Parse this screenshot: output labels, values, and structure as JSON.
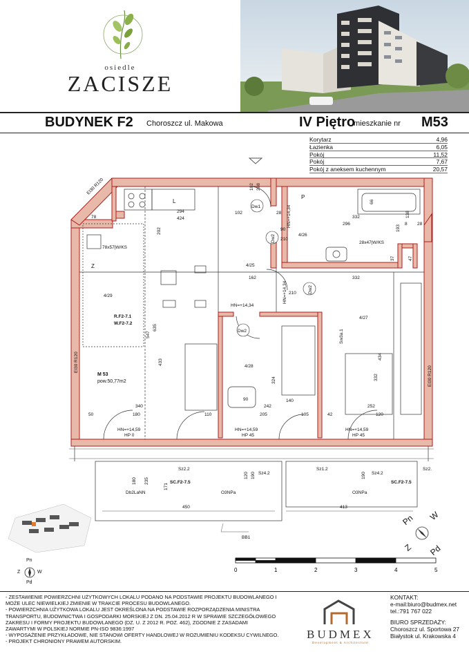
{
  "logo": {
    "small": "osiedle",
    "name": "ZACISZE"
  },
  "header": {
    "building": "BUDYNEK F2",
    "address": "Choroszcz ul. Makowa",
    "floor": "IV Piętro",
    "apartment_label": "mieszkanie nr",
    "apartment_no": "M53"
  },
  "areas": [
    {
      "name": "Korytarz",
      "value": "4,96"
    },
    {
      "name": "Łazienka",
      "value": "6,05"
    },
    {
      "name": "Pokój",
      "value": "11,52"
    },
    {
      "name": "Pokój",
      "value": "7,67"
    },
    {
      "name": "Pokój z aneksem kuchennym",
      "value": "20,57"
    }
  ],
  "plan": {
    "unit_label": "M 53",
    "unit_area": "pow.50,77m2",
    "room_codes": [
      "4/29",
      "4/25",
      "4/26",
      "4/28",
      "4/27"
    ],
    "labels": {
      "L": "L",
      "P": "P",
      "Z": "Z",
      "dw1": "Dw1",
      "dw2a": "Dw2",
      "dw2b": "Dw2",
      "dw2c": "Dw2",
      "sw": "Sw3a.1",
      "rf": "R.F2-7.1",
      "wf": "W.F2-7.2",
      "ei30a": "EI30 R120",
      "ei30b": "EI30 R120",
      "ei30c": "EI30 R120",
      "vent1": "78x57|W/KS",
      "vent2": "28x47|W/KS",
      "hn1": "HN=+14,59",
      "hp1": "HP 0",
      "hn2": "HN=+14,59",
      "hp2": "HP 45",
      "hn3": "HN=+14,59",
      "hp3": "HP 45",
      "hn4": "HN=+14,34",
      "hn5": "HN=+14,34",
      "hn6": "HN=+14,34",
      "sz22": "Sz2.2",
      "sz42a": "Sz4.2",
      "sz12": "Sz1.2",
      "sz42b": "Sz4.2",
      "sz2": "Sz2.",
      "scf1": "SC.F2-7.5",
      "scf2": "SC.F2-7.5",
      "db2": "Db2LaNN",
      "o3a": "O3NPa",
      "o3b": "O3NPa",
      "bb1": "BB1"
    },
    "dims": {
      "d294": "294",
      "d424": "424",
      "d102a": "102",
      "d102b": "102",
      "d208": "208",
      "d78": "78",
      "d28a": "28",
      "d28b": "28",
      "d332a": "332",
      "d296": "296",
      "d8": "8",
      "d202": "202",
      "d90a": "90",
      "d210a": "210",
      "d162": "162",
      "d332b": "332",
      "d547": "547",
      "d635": "635",
      "d433": "433",
      "d434": "434",
      "d324": "324",
      "d332c": "332",
      "d340": "340",
      "d242": "242",
      "d140": "140",
      "d252": "252",
      "d50": "50",
      "d180": "180",
      "d110": "110",
      "d205": "205",
      "d105": "105",
      "d42": "42",
      "d120": "120",
      "d450": "450",
      "d413": "413",
      "d171": "171",
      "d235": "235",
      "d180b": "180",
      "d190": "190",
      "d120b": "120",
      "d190b": "190",
      "d90b": "90",
      "d210b": "210",
      "d66": "66",
      "d47": "47",
      "d37": "37",
      "d193": "193",
      "d138": "138"
    }
  },
  "compass": {
    "pn": "Pn",
    "w": "W",
    "z": "Z",
    "pd": "Pd"
  },
  "mini_compass": {
    "pn": "Pn",
    "z": "Z",
    "w": "W",
    "pd": "Pd"
  },
  "scale": [
    "0",
    "1",
    "2",
    "3",
    "4",
    "5"
  ],
  "notes": [
    "- ZESTAWIENIE POWIERZCHNI UŻYTKOWYCH LOKALU PODANO NA PODSTAWIE PROJEKTU BUDOWLANEGO I",
    "  MOŻE ULEC NIEWIELKIEJ ZMIENIE W TRAKCIE PROCESU BUDOWLANEGO.",
    "- POWIERZCHNIA UŻYTKOWA LOKALU JEST OKREŚLONA NA PODSTAWIE ROZPORZĄDZENIA MINISTRA",
    "  TRANSPORTU, BUDOWNICTWA I GOSPODARKI MORSKIEJ Z DN. 25.04.2012 R W SPRAWIE SZCZEGÓŁOWEGO",
    "  ZAKRESU I FORMY PROJEKTU BUDOWLANEGO (DZ. U. Z 2012 R. POZ. 462), ZGODNIE Z ZASADAMI",
    "  ZAWARTYMI W POLSKIEJ NORMIE PN-ISO 9836:1997",
    "- WYPOSAŻENIE PRZYKŁADOWE, NIE STANOWI OFERTY HANDLOWEJ W ROZUMIENIU KODEKSU CYWILNEGO.",
    "- PROJEKT CHRONIONY PRAWEM AUTORSKIM."
  ],
  "developer": {
    "name": "BUDMEX",
    "subtitle": "Development & Architecture"
  },
  "contact": {
    "title": "KONTAKT:",
    "email": "e-mail:biuro@budmex.net",
    "tel": "tel.:791 767 022",
    "office_title": "BIURO SPRZEDAŻY:",
    "addr1": "Choroszcz ul. Sportowa 27",
    "addr2": "Białystok ul. Krakowska 4"
  },
  "colors": {
    "wall_fill": "#e8b8a8",
    "wall_line": "#b01c1c",
    "accent": "#b56a2c"
  }
}
